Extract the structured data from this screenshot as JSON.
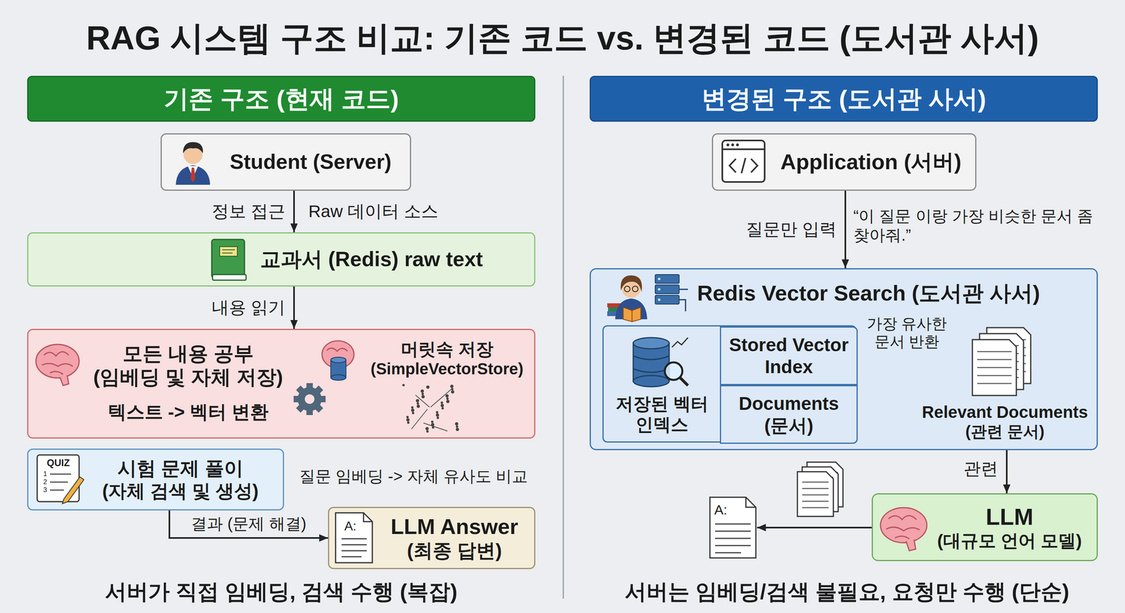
{
  "diagram": {
    "title": "RAG 시스템 구조 비교: 기존 코드 vs. 변경된 코드 (도서관 사서)",
    "nodes": [
      {
        "text": [
          "기존 구조 (현재 코드)"
        ]
      },
      {
        "text": [
          "Student (Server)"
        ]
      },
      {
        "text": [
          "교과서 (Redis) raw text"
        ]
      },
      {
        "text": [
          "모든 내용 공부",
          "(임베딩 및 자체 저장)",
          "머릿속 저장",
          "(SimpleVectorStore)",
          "텍스트 -> 벡터 변환"
        ]
      },
      {
        "text": [
          "시험 문제 풀이",
          "(자체 검색 및 생성)"
        ]
      },
      {
        "text": [
          "LLM Answer",
          "(최종 답변)"
        ]
      },
      {
        "text": [
          "변경된 구조 (도서관 사서)"
        ]
      },
      {
        "text": [
          "Application (서버)"
        ]
      },
      {
        "text": [
          "Redis Vector Search (도서관 사서)"
        ]
      },
      {
        "text": [
          "저장된 벡터 인덱스"
        ],
        "in": 8
      },
      {
        "text": [
          "Stored Vector Index"
        ],
        "in": 9
      },
      {
        "text": [
          "Documents (문서)"
        ],
        "in": 9
      },
      {
        "text": [
          "Relevant Documents",
          "(관련 문서)"
        ],
        "in": 8
      },
      {
        "text": [
          "LLM",
          "(대규모 언어 모델)"
        ]
      },
      {
        "text": [
          "A:"
        ]
      }
    ],
    "edges": [
      {
        "from": 1,
        "to": 2,
        "label": "정보 접근",
        "arrow": "to"
      },
      {
        "from": 2,
        "to": 3,
        "label": "내용 읽기",
        "arrow": "to"
      },
      {
        "from": 4,
        "to": 5,
        "label": "결과 (문제 해결)",
        "arrow": "to"
      },
      {
        "from": 7,
        "to": 8,
        "label": "질문만 입력",
        "arrow": "to"
      },
      {
        "from": 10,
        "to": 12,
        "label": "가장 유사한 문서 반환",
        "arrow": "to"
      },
      {
        "from": 12,
        "to": 13,
        "label": "관련",
        "arrow": "to"
      },
      {
        "from": 13,
        "to": 14,
        "arrow": "to"
      }
    ],
    "labels": [
      "Raw 데이터 소스",
      "QUIZ",
      "1",
      "2",
      "3",
      "질문 임베딩 -> 자체 유사도 비교",
      "A:",
      "서버가 직접 임베딩, 검색 수행 (복잡)",
      "“이 질문 이랑 가장 비슷한 문서 좀 찾아줘.”",
      "서버는 임베딩/검색 불필요, 요청만 수행 (단순)"
    ]
  }
}
